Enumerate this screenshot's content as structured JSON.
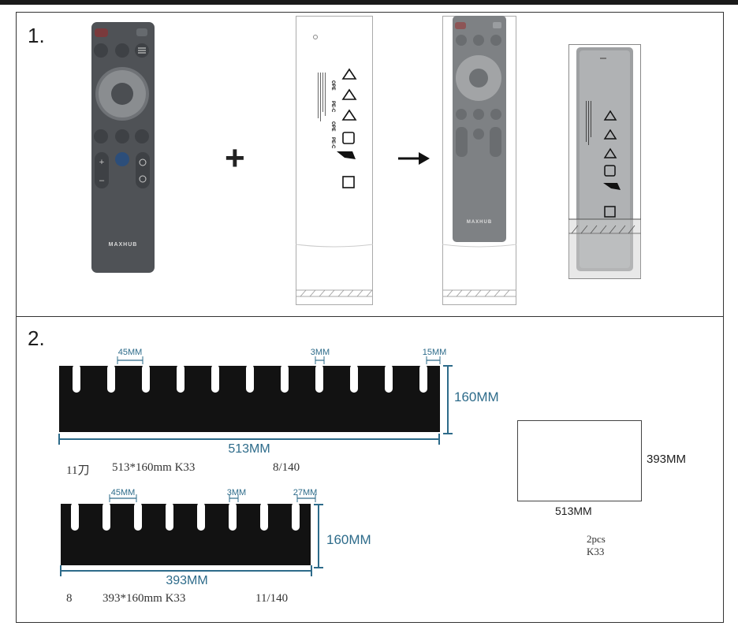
{
  "steps": {
    "step1": {
      "number": "1.",
      "plus_symbol": "+",
      "arrow_symbol": "arrow-right-icon"
    },
    "step2": {
      "number": "2."
    }
  },
  "remote": {
    "brand": "MAXHUB"
  },
  "bag": {
    "symbols": [
      "recycle-icon",
      "recycle-icon",
      "recycle-icon",
      "recycle-icon",
      "bin-icon",
      "tidyman-icon",
      "mobius-icon"
    ]
  },
  "comb_a": {
    "slot_width": "45MM",
    "slot_gap": "3MM",
    "edge_margin": "15MM",
    "height": "160MM",
    "width": "513MM",
    "note_count": "11刀",
    "note_spec": "513*160mm K33",
    "note_ratio": "8/140",
    "slots": 11
  },
  "comb_b": {
    "slot_width": "45MM",
    "slot_gap": "3MM",
    "edge_margin": "27MM",
    "height": "160MM",
    "width": "393MM",
    "note_count": "8",
    "note_spec": "393*160mm K33",
    "note_ratio": "11/140",
    "slots": 8
  },
  "board": {
    "height": "393MM",
    "width": "513MM",
    "note_qty": "2pcs",
    "note_material": "K33"
  },
  "colors": {
    "dimension": "#2d6b8a",
    "board_fill": "#121212",
    "remote_body": "#4f5256"
  }
}
